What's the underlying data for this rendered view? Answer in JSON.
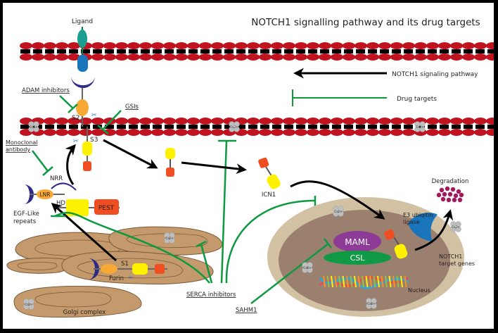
{
  "title": "NOTCH1 signalling pathway and its drug targets",
  "legend": {
    "pathway_label": "NOTCH1 signaling pathway",
    "drug_label": "Drug targets"
  },
  "labels": {
    "ligand": "Ligand",
    "adam_inhibitors": "ADAM inhibitors",
    "gsis": "GSIs",
    "s2": "S2",
    "s3": "S3",
    "s1": "S1",
    "monoclonal_antibody_line1": "Monoclonal",
    "monoclonal_antibody_line2": "antibody",
    "nrr": "NRR",
    "lnr": "LNR",
    "hd": "HD",
    "pest": "PEST",
    "egf_line1": "EGF-Like",
    "egf_line2": "repeats",
    "furin": "Furin",
    "golgi": "Golgi complex",
    "serca": "SERCA inhibitors",
    "sahm1": "SAHM1",
    "icn1": "ICN1",
    "degradation": "Degradation",
    "e3_line1": "E3 ubiqitin",
    "e3_line2": "ligase",
    "maml": "MAML",
    "csl": "CSL",
    "target_line1": "NOTCH1",
    "target_line2": "target genes",
    "nucleus": "Nucleus",
    "calcium": "Ca2+"
  },
  "colors": {
    "membrane_red": "#c1121f",
    "membrane_black": "#000000",
    "pathway_arrow": "#000000",
    "drug_line": "#0d9940",
    "ligand_teal": "#1a9e8f",
    "receptor_blue": "#1b75bb",
    "egf_navy": "#2e2a86",
    "lnr_orange": "#f7a934",
    "hd_yellow": "#fff200",
    "pest_orange": "#ef4e23",
    "golgi_tan": "#c49a6c",
    "nucleus_outer": "#d2c2a3",
    "nucleus_inner": "#9b8070",
    "maml_purple": "#8e3a97",
    "csl_green": "#109a46",
    "e3_blue": "#1b75bb",
    "degradation_magenta": "#a3195b",
    "calcium_gray": "#bcbec0"
  }
}
